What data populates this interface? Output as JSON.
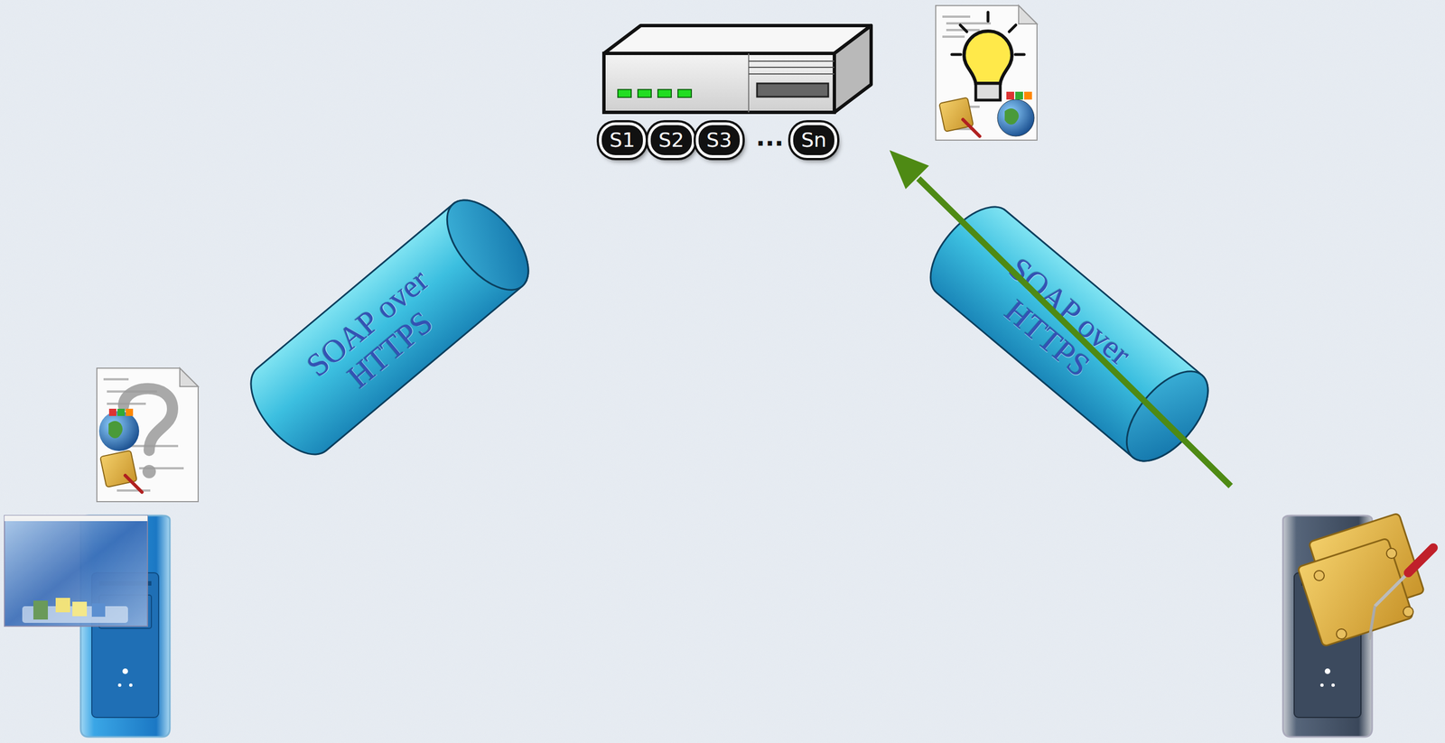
{
  "diagram": {
    "nodes": [
      {
        "text": [
          "S1"
        ]
      },
      {
        "text": [
          "S2"
        ]
      },
      {
        "text": [
          "S3"
        ]
      },
      {
        "text": [
          "Sn"
        ]
      },
      {
        "text": [
          "SOAP over HTTPS"
        ]
      },
      {
        "text": [
          "SOAP over HTTPS"
        ]
      }
    ],
    "labels": [
      "..."
    ]
  }
}
